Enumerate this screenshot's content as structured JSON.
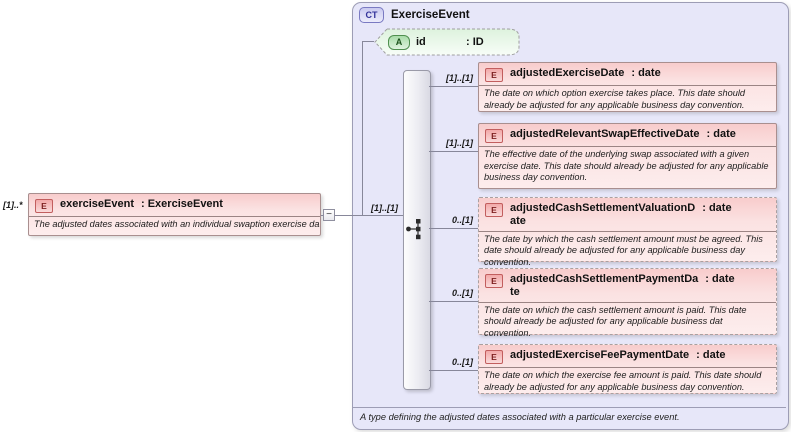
{
  "source_element": {
    "cardinality": "[1]..*",
    "kind_badge": "E",
    "name": "exerciseEvent",
    "type_label": ": ExerciseEvent",
    "doc": "The adjusted dates associated with an individual swaption exercise date.",
    "collapse_glyph": "−"
  },
  "complex_type": {
    "kind_badge": "CT",
    "title": "ExerciseEvent",
    "doc": "A type defining the adjusted dates associated with a particular exercise event.",
    "connector_cardinality": "[1]..[1]",
    "attribute": {
      "kind_badge": "A",
      "name": "id",
      "type_label": ": ID"
    },
    "children": [
      {
        "badge": "E",
        "name": "adjustedExerciseDate",
        "type_label": ": date",
        "cardinality": "[1]..[1]",
        "optional": false,
        "doc": "The date on which option exercise takes place. This date should already be adjusted for any applicable business day convention."
      },
      {
        "badge": "E",
        "name": "adjustedRelevantSwapEffectiveDate",
        "type_label": ": date",
        "cardinality": "[1]..[1]",
        "optional": false,
        "doc": "The effective date of the underlying swap associated with a given exercise date. This date should already be adjusted for any applicable business day convention."
      },
      {
        "badge": "E",
        "name": "adjustedCashSettlementValuationD\nate",
        "type_label": ": date",
        "cardinality": "0..[1]",
        "optional": true,
        "doc": "The date by which the cash settlement amount must be agreed. This date should already be adjusted for any applicable business day convention."
      },
      {
        "badge": "E",
        "name": "adjustedCashSettlementPaymentDa\nte",
        "type_label": ": date",
        "cardinality": "0..[1]",
        "optional": true,
        "doc": "The date on which the cash settlement amount is paid. This date should already be adjusted for any applicable business dat convention."
      },
      {
        "badge": "E",
        "name": "adjustedExerciseFeePaymentDate",
        "type_label": ": date",
        "cardinality": "0..[1]",
        "optional": true,
        "doc": "The date on which the exercise fee amount is paid. This date should already be adjusted for any applicable business day convention."
      }
    ]
  },
  "colors": {
    "element_pink": "#f8cccc",
    "attribute_green": "#dff3df",
    "container_lavender": "#e7e7f9"
  }
}
